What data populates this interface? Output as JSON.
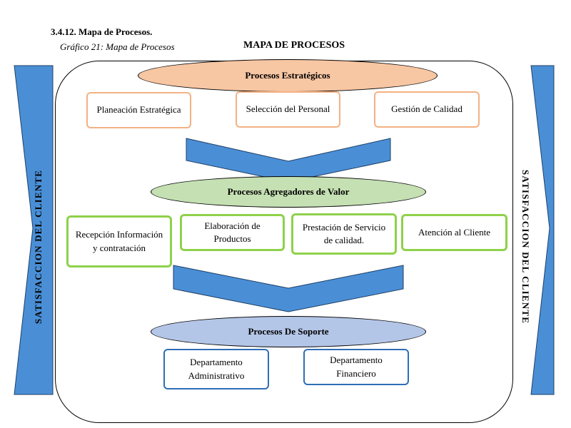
{
  "header": {
    "section": "3.4.12. Mapa de Procesos.",
    "caption": "Gráfico 21: Mapa de Procesos",
    "title": "MAPA DE PROCESOS"
  },
  "side_label": "SATISFACCION DEL CLIENTE",
  "colors": {
    "estrategicos": "#f7c6a3",
    "agregadores": "#c5e0b3",
    "soporte": "#b4c6e7",
    "arrow": "#4a8fd6"
  },
  "estrategicos": {
    "title": "Procesos Estratégicos",
    "items": [
      "Planeación Estratégica",
      "Selección del Personal",
      "Gestión de Calidad"
    ]
  },
  "agregadores": {
    "title": "Procesos Agregadores de Valor",
    "items": [
      "Recepción Información y contratación",
      "Elaboración de Productos",
      "Prestación de Servicio de calidad.",
      "Atención al Cliente"
    ]
  },
  "soporte": {
    "title": "Procesos De Soporte",
    "items": [
      "Departamento Administrativo",
      "Departamento Financiero"
    ]
  }
}
